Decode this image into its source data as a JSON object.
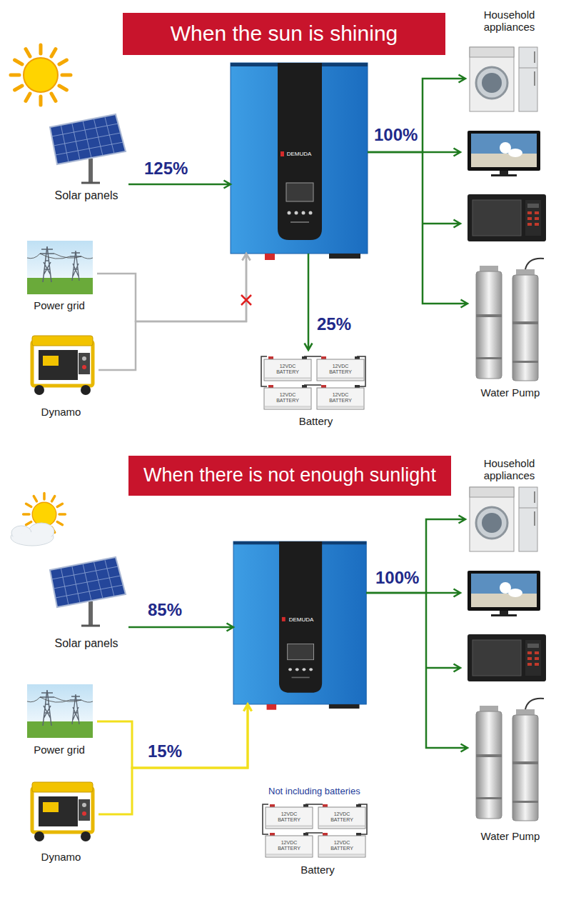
{
  "diagram": {
    "nodes": [
      {
        "text": [
          "When the sun is shining"
        ]
      },
      {
        "text": [
          "Solar panels"
        ]
      },
      {
        "text": [
          "Power grid"
        ]
      },
      {
        "text": [
          "Dynamo"
        ]
      },
      {
        "text": [
          "DEMUDA"
        ]
      },
      {
        "text": [
          "Household appliances"
        ]
      },
      {
        "text": [
          "Water Pump"
        ]
      },
      {
        "text": [
          "Battery"
        ]
      },
      {
        "text": [
          "When there is not enough sunlight"
        ]
      },
      {
        "text": [
          "Solar panels"
        ]
      },
      {
        "text": [
          "Power grid"
        ]
      },
      {
        "text": [
          "Dynamo"
        ]
      },
      {
        "text": [
          "DEMUDA"
        ]
      },
      {
        "text": [
          "Household appliances"
        ]
      },
      {
        "text": [
          "Water Pump"
        ]
      },
      {
        "text": [
          "Battery"
        ]
      }
    ],
    "edges": [
      {
        "from": 1,
        "to": 4,
        "label": "125%",
        "arrow": "to"
      },
      {
        "from": 2,
        "to": 4,
        "arrow": "to"
      },
      {
        "from": 3,
        "to": 4,
        "arrow": "to"
      },
      {
        "from": 4,
        "to": 5,
        "label": "100%",
        "arrow": "to"
      },
      {
        "from": 4,
        "to": 6,
        "arrow": "to"
      },
      {
        "from": 4,
        "to": 7,
        "label": "25%",
        "arrow": "to"
      },
      {
        "from": 9,
        "to": 12,
        "label": "85%",
        "arrow": "to"
      },
      {
        "from": 10,
        "to": 12,
        "label": "15%",
        "arrow": "to"
      },
      {
        "from": 11,
        "to": 12,
        "arrow": "to"
      },
      {
        "from": 12,
        "to": 13,
        "label": "100%",
        "arrow": "to"
      },
      {
        "from": 12,
        "to": 14,
        "arrow": "to"
      }
    ],
    "labels": [
      "12VDC BATTERY",
      "12VDC BATTERY",
      "12VDC BATTERY",
      "12VDC BATTERY",
      "Not including batteries",
      "12VDC BATTERY",
      "12VDC BATTERY",
      "12VDC BATTERY",
      "12VDC BATTERY"
    ]
  }
}
